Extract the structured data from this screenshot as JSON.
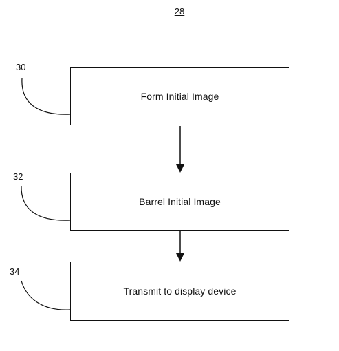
{
  "figure_number": "28",
  "steps": [
    {
      "ref": "30",
      "label": "Form Initial Image"
    },
    {
      "ref": "32",
      "label": "Barrel Initial Image"
    },
    {
      "ref": "34",
      "label": "Transmit to display device"
    }
  ]
}
